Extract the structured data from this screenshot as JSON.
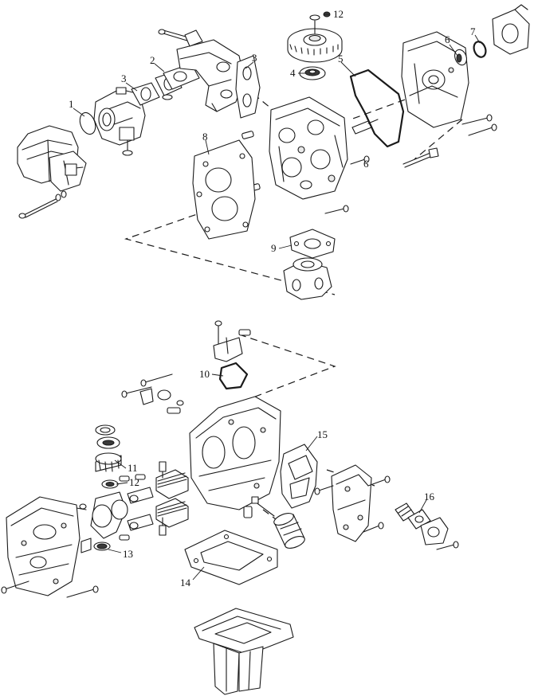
{
  "diagram": {
    "callouts": {
      "upper": [
        "1",
        "2",
        "3",
        "3",
        "4",
        "5",
        "6",
        "7",
        "8",
        "9",
        "12",
        "6"
      ],
      "lower": [
        "10",
        "11",
        "12",
        "13",
        "14",
        "15",
        "16"
      ]
    }
  }
}
